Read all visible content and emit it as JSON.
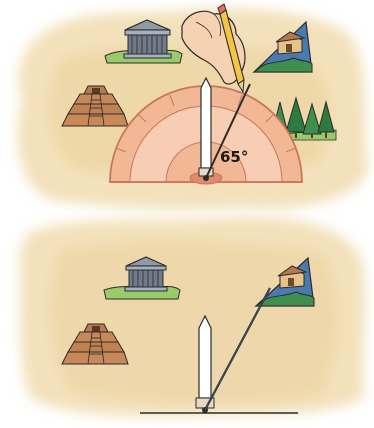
{
  "panels": [
    {
      "id": "top",
      "angle_label": "65°",
      "angle_degrees": 65,
      "landmarks": [
        "greek-temple",
        "mayan-pyramid",
        "hut-on-hill",
        "pine-forest",
        "obelisk"
      ],
      "tools": [
        "protractor",
        "pencil",
        "hand"
      ]
    },
    {
      "id": "bottom",
      "landmarks": [
        "greek-temple",
        "mayan-pyramid",
        "hut-on-hill",
        "obelisk"
      ],
      "sight_line": true
    }
  ],
  "colors": {
    "paper_wash": "#f0dcae",
    "protractor": "#f2b896",
    "protractor_edge": "#c9765d",
    "ink": "#2b2b2b",
    "grass": "#9acb6a",
    "forest": "#3f8f4f",
    "pyramid": "#c9885a",
    "temple": "#8e9aa8",
    "pencil": "#f3c542",
    "skin": "#f5d2b1"
  }
}
